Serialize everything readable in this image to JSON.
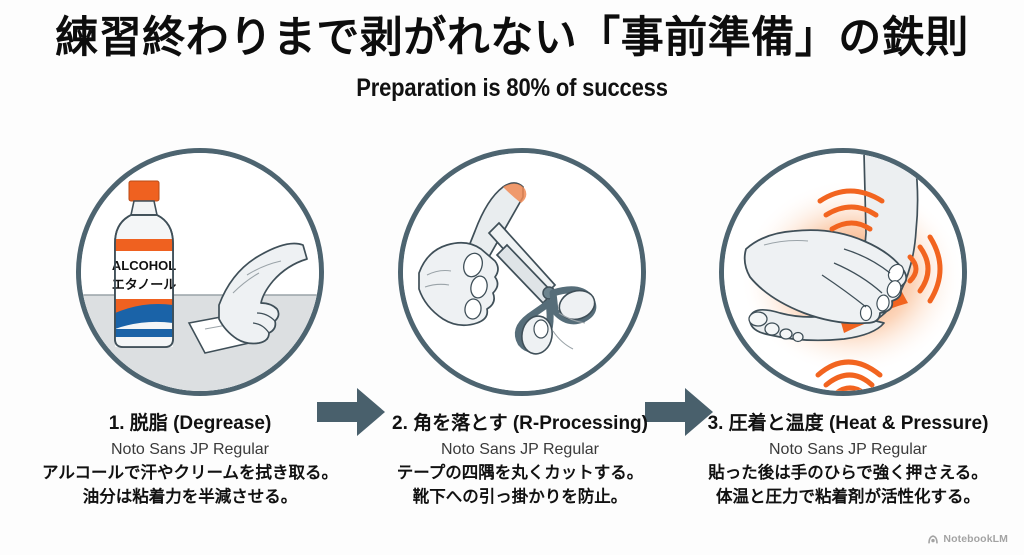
{
  "header": {
    "main_title": "練習終わりまで剥がれない「事前準備」の鉄則",
    "sub_title": "Preparation is 80% of success"
  },
  "steps": [
    {
      "index": "1",
      "heading": "1. 脱脂 (Degrease)",
      "font_note": "Noto Sans JP Regular",
      "body_line1": "アルコールで汗やクリームを拭き取る。",
      "body_line2": "油分は粘着力を半減させる。",
      "illustration": "alcohol-bottle-and-wiping-hand",
      "bottle_label_en": "ALCOHOL",
      "bottle_label_jp": "エタノール"
    },
    {
      "index": "2",
      "heading": "2. 角を落とす (R-Processing)",
      "font_note": "Noto Sans JP Regular",
      "body_line1": "テープの四隅を丸くカットする。",
      "body_line2": "靴下への引っ掛かりを防止。",
      "illustration": "hand-cutting-tape-corner-with-scissors"
    },
    {
      "index": "3",
      "heading": "3. 圧着と温度 (Heat & Pressure)",
      "font_note": "Noto Sans JP Regular",
      "body_line1": "貼った後は手のひらで強く押さえる。",
      "body_line2": "体温と圧力で粘着剤が活性化する。",
      "illustration": "palm-pressing-taped-foot-with-heat-waves"
    }
  ],
  "arrows": [
    {
      "name": "arrow-step1-to-step2"
    },
    {
      "name": "arrow-step2-to-step3"
    }
  ],
  "watermark": {
    "label": "NotebookLM",
    "icon": "notebooklm-icon"
  },
  "colors": {
    "accent_orange": "#ef6120",
    "accent_blue": "#1a63a8",
    "ring_slate": "#4d6470",
    "arrow_slate": "#49606c",
    "text_dark": "#111111",
    "background": "#fdfdfd"
  }
}
